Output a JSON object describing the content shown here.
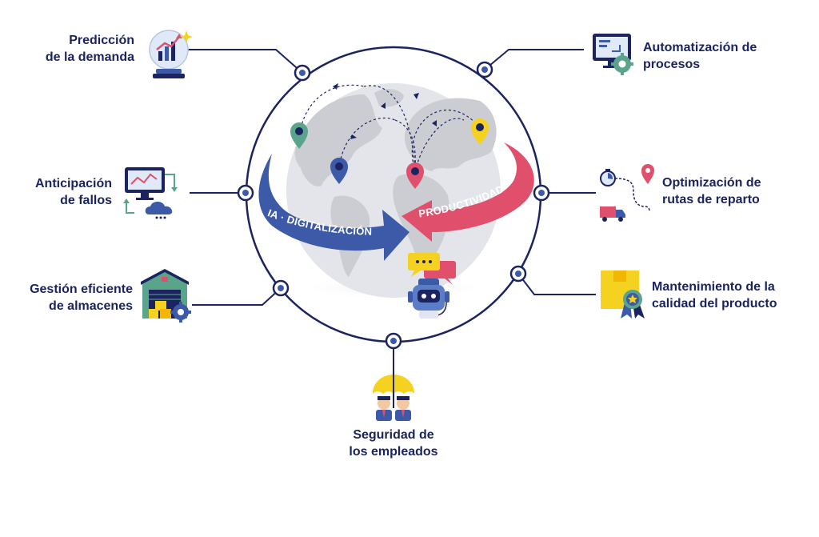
{
  "colors": {
    "navy": "#1c2460",
    "blue_arrow": "#3d5aa8",
    "red_arrow": "#e0506c",
    "globe": "#e3e5ea",
    "land": "#cbcdd3",
    "teal": "#5aa48c",
    "yellow": "#f4d21f"
  },
  "hub": {
    "arrow_left_label": "IA · DIGITALIZACIÓN",
    "arrow_right_label": "PRODUCTIVIDAD"
  },
  "nodes": [
    {
      "id": "demand",
      "label": "Predicción\nde la demanda",
      "icon": "crystal-ball-chart-icon"
    },
    {
      "id": "failures",
      "label": "Anticipación\nde fallos",
      "icon": "monitor-cloud-icon"
    },
    {
      "id": "warehouse",
      "label": "Gestión eficiente\nde almacenes",
      "icon": "warehouse-icon"
    },
    {
      "id": "automation",
      "label": "Automatización de\nprocesos",
      "icon": "monitor-gear-icon"
    },
    {
      "id": "routes",
      "label": "Optimización de\nrutas de reparto",
      "icon": "delivery-route-icon"
    },
    {
      "id": "quality",
      "label": "Mantenimiento de la\ncalidad del producto",
      "icon": "quality-box-icon"
    },
    {
      "id": "safety",
      "label": "Seguridad de\nlos empleados",
      "icon": "umbrella-workers-icon"
    }
  ]
}
